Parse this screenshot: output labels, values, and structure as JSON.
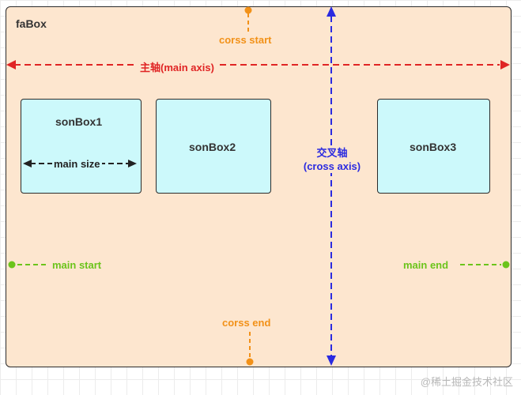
{
  "container": {
    "label": "faBox"
  },
  "boxes": [
    {
      "label": "sonBox1"
    },
    {
      "label": "sonBox2"
    },
    {
      "label": "sonBox3"
    }
  ],
  "labels": {
    "cross_start": "corss start",
    "cross_end": "corss end",
    "main_axis": "主轴(main axis)",
    "cross_axis_line1": "交叉轴",
    "cross_axis_line2": "(cross axis)",
    "main_start": "main start",
    "main_end": "main end",
    "main_size": "main size"
  },
  "watermark": "@稀土掘金技术社区",
  "colors": {
    "container_fill": "#fde6cf",
    "box_fill": "#ccf9fb",
    "main_axis": "#e02424",
    "cross_axis": "#2a2ae0",
    "cross_marks": "#f29118",
    "main_marks": "#6bc41b"
  }
}
